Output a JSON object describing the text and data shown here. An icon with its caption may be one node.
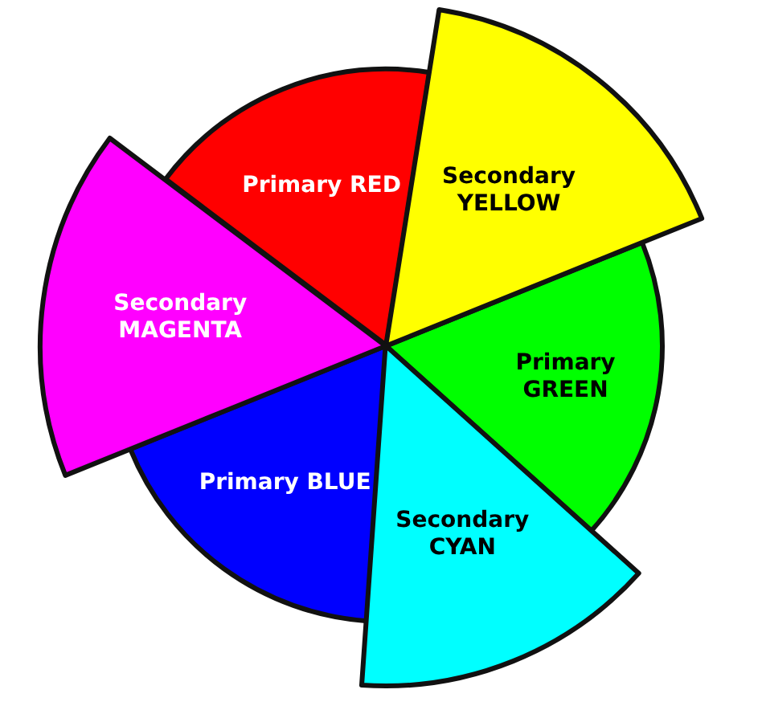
{
  "diagram": {
    "nodes": [
      {
        "text": [
          "Primary RED"
        ]
      },
      {
        "text": [
          "Secondary YELLOW"
        ]
      },
      {
        "text": [
          "Secondary MAGENTA"
        ]
      },
      {
        "text": [
          "Primary GREEN"
        ]
      },
      {
        "text": [
          "Primary BLUE"
        ]
      },
      {
        "text": [
          "Secondary CYAN"
        ]
      }
    ]
  }
}
